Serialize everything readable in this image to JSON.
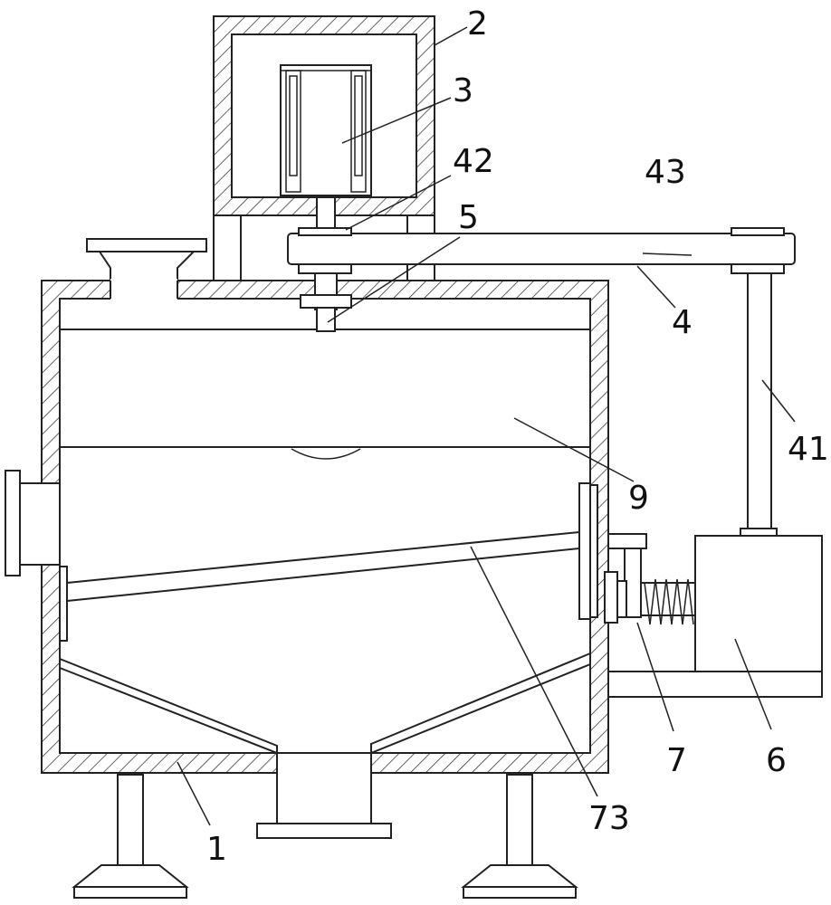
{
  "figure": {
    "labels": {
      "housing": "1",
      "motor_box": "2",
      "motor": "3",
      "belt": "4",
      "pulley_small": "42",
      "belt_frame": "43",
      "shaft_vertical": "41",
      "shaft": "5",
      "drive_box": "6",
      "spring": "7",
      "screen_plate": "9",
      "sieve": "73"
    },
    "colors": {
      "line": "#222222",
      "background": "#ffffff"
    }
  }
}
